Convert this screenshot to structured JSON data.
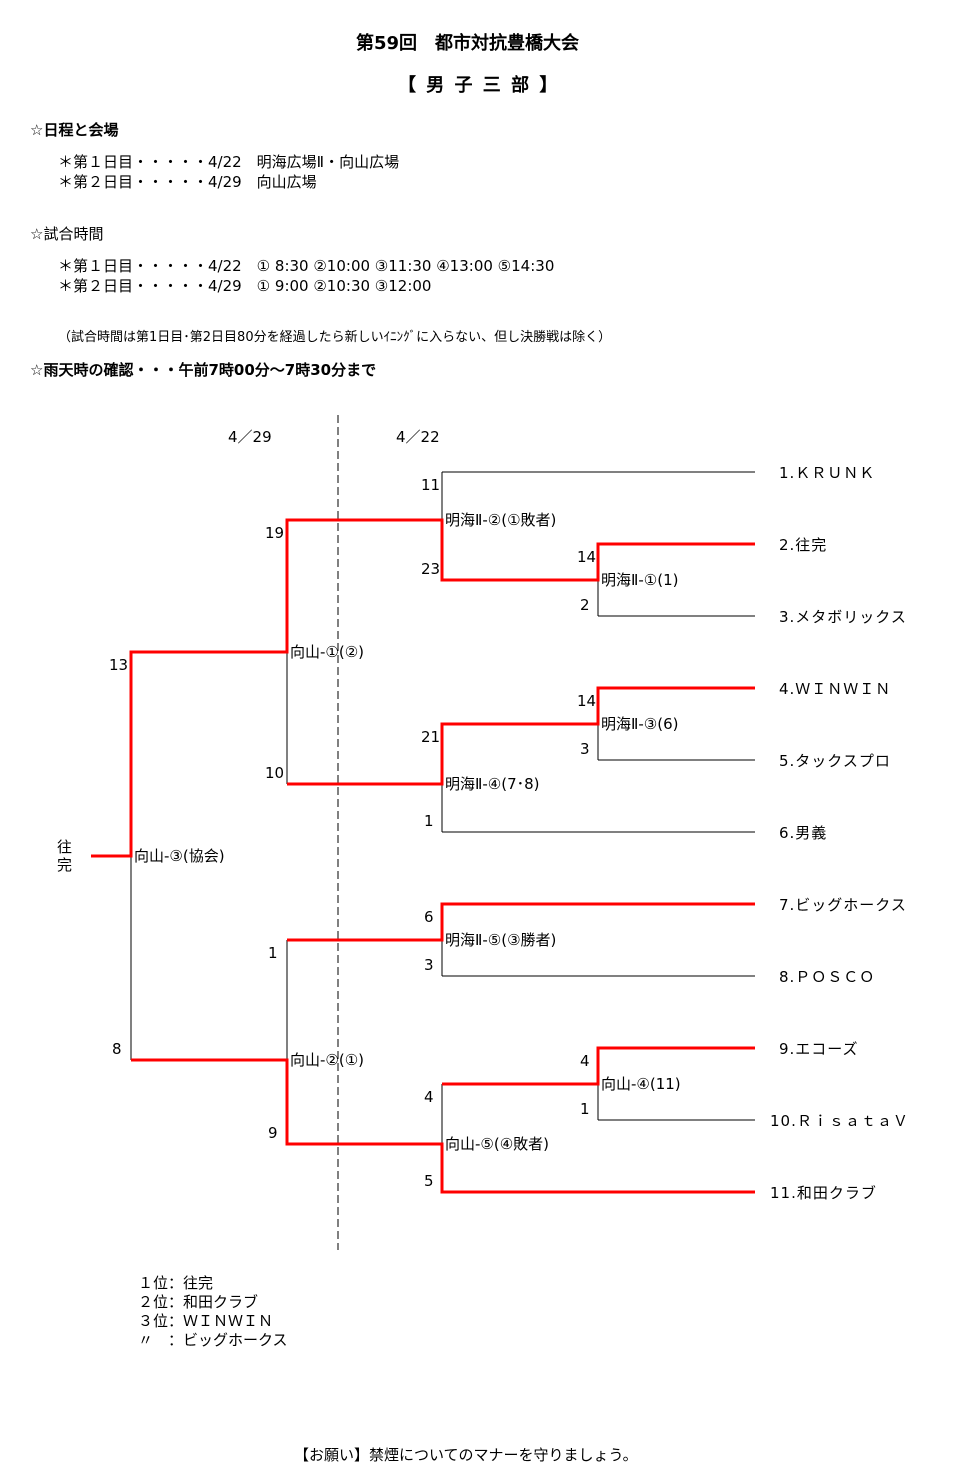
{
  "header": {
    "title": "第59回　都市対抗豊橋大会",
    "division": "【 男 子 三 部 】"
  },
  "schedule": {
    "heading": "☆日程と会場",
    "lines": [
      "＊第１日目・・・・・4/22　明海広場Ⅱ・向山広場",
      "＊第２日目・・・・・4/29　向山広場"
    ]
  },
  "times": {
    "heading": "☆試合時間",
    "lines": [
      "＊第１日目・・・・・4/22　① 8:30 ②10:00 ③11:30 ④13:00 ⑤14:30",
      "＊第２日目・・・・・4/29　① 9:00 ②10:30 ③12:00"
    ],
    "note": "（試合時間は第1日目･第2日目80分を経過したら新しいｲﾆﾝｸﾞに入らない、但し決勝戦は除く）"
  },
  "rain": "☆雨天時の確認・・・午前7時00分～7時30分まで",
  "bracket": {
    "dates": [
      "4／29",
      "4／22"
    ],
    "champion": [
      "往",
      "完"
    ],
    "teams": [
      "1.ＫＲＵＮＫ",
      "2.往完",
      "3.メタボリックス",
      "4.ＷＩＮＷＩＮ",
      "5.タックスプロ",
      "6.男義",
      "7.ビッグホークス",
      "8.ＰＯＳＣＯ",
      "9.エコーズ",
      "10.ＲｉｓａｔａＶ",
      "11.和田クラブ"
    ],
    "matches": {
      "m1": {
        "label": "明海Ⅱ-①(1)",
        "top": "14",
        "bottom": "2"
      },
      "m2": {
        "label": "明海Ⅱ-②(①敗者)",
        "top": "11",
        "bottom": "23"
      },
      "m3": {
        "label": "明海Ⅱ-③(6)",
        "top": "14",
        "bottom": "3"
      },
      "m4": {
        "label": "明海Ⅱ-④(7･8)",
        "top": "21",
        "bottom": "1"
      },
      "m5": {
        "label": "明海Ⅱ-⑤(③勝者)",
        "top": "6",
        "bottom": "3"
      },
      "m6": {
        "label": "向山-④(11)",
        "top": "4",
        "bottom": "1"
      },
      "m7": {
        "label": "向山-⑤(④敗者)",
        "top": "4",
        "bottom": "5"
      },
      "m8": {
        "label": "向山-①(②)",
        "top": "19",
        "bottom": "10"
      },
      "m9": {
        "label": "向山-②(①)",
        "top": "1",
        "bottom": "9"
      },
      "final": {
        "label": "向山-③(協会)",
        "top": "13",
        "bottom": "8"
      }
    },
    "colors": {
      "winner_line": "#ff0000",
      "line": "#000000"
    }
  },
  "results": [
    "１位：往完",
    "２位：和田クラブ",
    "３位：ＷＩＮＷＩＮ",
    "〃　：ビッグホークス"
  ],
  "footer": "【お願い】禁煙についてのマナーを守りましょう。"
}
